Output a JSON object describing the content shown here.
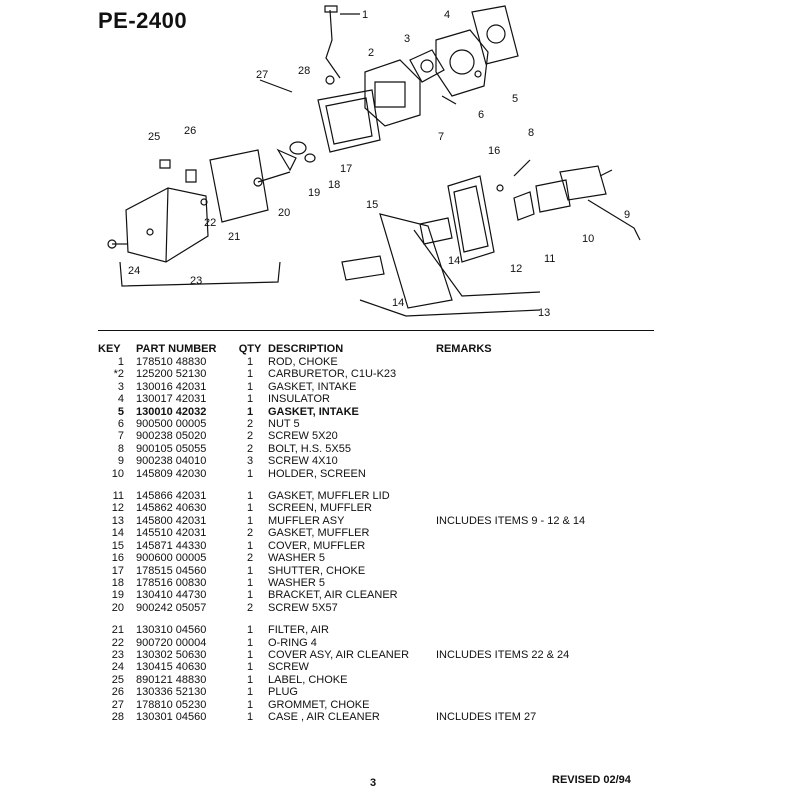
{
  "document": {
    "title": "PE-2400",
    "page_number": "3",
    "revision": "REVISED 02/94"
  },
  "diagram": {
    "callouts": [
      "1",
      "2",
      "3",
      "4",
      "5",
      "6",
      "7",
      "8",
      "9",
      "10",
      "11",
      "12",
      "13",
      "14",
      "14",
      "15",
      "16",
      "17",
      "18",
      "19",
      "20",
      "21",
      "22",
      "23",
      "24",
      "25",
      "26",
      "27",
      "28"
    ]
  },
  "table": {
    "headers": {
      "key": "KEY",
      "part_number": "PART NUMBER",
      "qty": "QTY",
      "description": "DESCRIPTION",
      "remarks": "REMARKS"
    },
    "groups": [
      [
        {
          "key": "1",
          "part": "178510 48830",
          "qty": "1",
          "desc": "ROD, CHOKE",
          "remarks": "",
          "bold": false
        },
        {
          "key": "*2",
          "part": "125200 52130",
          "qty": "1",
          "desc": "CARBURETOR, C1U-K23",
          "remarks": "",
          "bold": false
        },
        {
          "key": "3",
          "part": "130016 42031",
          "qty": "1",
          "desc": "GASKET, INTAKE",
          "remarks": "",
          "bold": false
        },
        {
          "key": "4",
          "part": "130017 42031",
          "qty": "1",
          "desc": "INSULATOR",
          "remarks": "",
          "bold": false
        },
        {
          "key": "5",
          "part": "130010 42032",
          "qty": "1",
          "desc": "GASKET, INTAKE",
          "remarks": "",
          "bold": true
        },
        {
          "key": "6",
          "part": "900500 00005",
          "qty": "2",
          "desc": "NUT 5",
          "remarks": "",
          "bold": false
        },
        {
          "key": "7",
          "part": "900238 05020",
          "qty": "2",
          "desc": "SCREW 5X20",
          "remarks": "",
          "bold": false
        },
        {
          "key": "8",
          "part": "900105 05055",
          "qty": "2",
          "desc": "BOLT, H.S. 5X55",
          "remarks": "",
          "bold": false
        },
        {
          "key": "9",
          "part": "900238 04010",
          "qty": "3",
          "desc": "SCREW 4X10",
          "remarks": "",
          "bold": false
        },
        {
          "key": "10",
          "part": "145809 42030",
          "qty": "1",
          "desc": "HOLDER, SCREEN",
          "remarks": "",
          "bold": false
        }
      ],
      [
        {
          "key": "11",
          "part": "145866 42031",
          "qty": "1",
          "desc": "GASKET, MUFFLER LID",
          "remarks": "",
          "bold": false
        },
        {
          "key": "12",
          "part": "145862 40630",
          "qty": "1",
          "desc": "SCREEN, MUFFLER",
          "remarks": "",
          "bold": false
        },
        {
          "key": "13",
          "part": "145800 42031",
          "qty": "1",
          "desc": "MUFFLER ASY",
          "remarks": "INCLUDES ITEMS 9 - 12 & 14",
          "bold": false
        },
        {
          "key": "14",
          "part": "145510 42031",
          "qty": "2",
          "desc": "GASKET, MUFFLER",
          "remarks": "",
          "bold": false
        },
        {
          "key": "15",
          "part": "145871 44330",
          "qty": "1",
          "desc": "COVER, MUFFLER",
          "remarks": "",
          "bold": false
        },
        {
          "key": "16",
          "part": "900600 00005",
          "qty": "2",
          "desc": "WASHER 5",
          "remarks": "",
          "bold": false
        },
        {
          "key": "17",
          "part": "178515 04560",
          "qty": "1",
          "desc": "SHUTTER, CHOKE",
          "remarks": "",
          "bold": false
        },
        {
          "key": "18",
          "part": "178516 00830",
          "qty": "1",
          "desc": "WASHER 5",
          "remarks": "",
          "bold": false
        },
        {
          "key": "19",
          "part": "130410 44730",
          "qty": "1",
          "desc": "BRACKET, AIR CLEANER",
          "remarks": "",
          "bold": false
        },
        {
          "key": "20",
          "part": "900242 05057",
          "qty": "2",
          "desc": "SCREW 5X57",
          "remarks": "",
          "bold": false
        }
      ],
      [
        {
          "key": "21",
          "part": "130310 04560",
          "qty": "1",
          "desc": "FILTER, AIR",
          "remarks": "",
          "bold": false
        },
        {
          "key": "22",
          "part": "900720 00004",
          "qty": "1",
          "desc": "O-RING 4",
          "remarks": "",
          "bold": false
        },
        {
          "key": "23",
          "part": "130302 50630",
          "qty": "1",
          "desc": "COVER ASY, AIR  CLEANER",
          "remarks": "INCLUDES ITEMS 22 & 24",
          "bold": false
        },
        {
          "key": "24",
          "part": "130415 40630",
          "qty": "1",
          "desc": "SCREW",
          "remarks": "",
          "bold": false
        },
        {
          "key": "25",
          "part": "890121 48830",
          "qty": "1",
          "desc": "LABEL, CHOKE",
          "remarks": "",
          "bold": false
        },
        {
          "key": "26",
          "part": "130336 52130",
          "qty": "1",
          "desc": "PLUG",
          "remarks": "",
          "bold": false
        },
        {
          "key": "27",
          "part": "178810 05230",
          "qty": "1",
          "desc": "GROMMET, CHOKE",
          "remarks": "",
          "bold": false
        },
        {
          "key": "28",
          "part": "130301 04560",
          "qty": "1",
          "desc": "CASE , AIR CLEANER",
          "remarks": "INCLUDES ITEM 27",
          "bold": false
        }
      ]
    ]
  }
}
